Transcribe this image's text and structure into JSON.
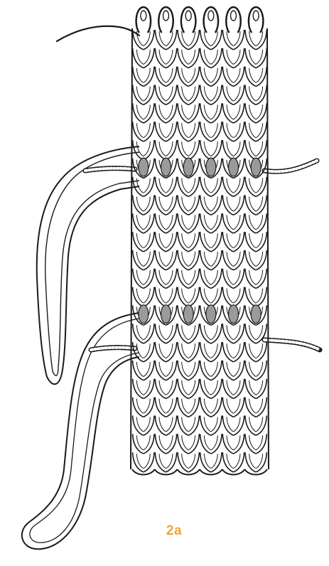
{
  "figure": {
    "label": "2a",
    "label_color": "#f0a43a",
    "ink_color": "#1a1a1a",
    "paper_color": "#ffffff",
    "fabric": {
      "stitch_columns": 6,
      "stitch_rows": 24,
      "contrast_rows": [
        7,
        15
      ]
    }
  }
}
